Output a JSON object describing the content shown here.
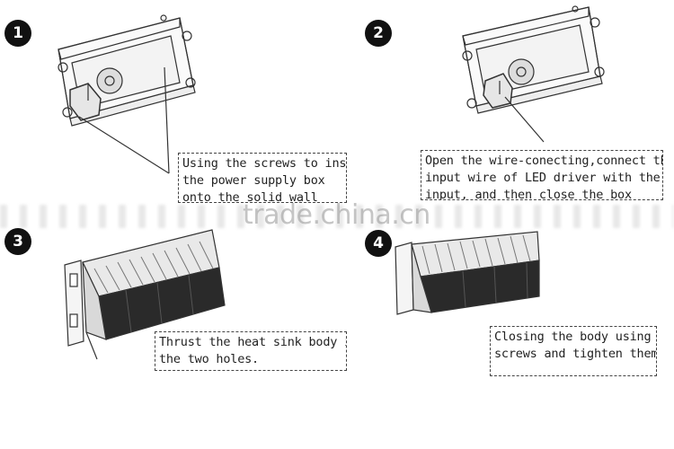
{
  "steps": [
    {
      "number": "1",
      "lines": [
        "Using the screws to install",
        "the power supply box",
        "onto the solid wall"
      ]
    },
    {
      "number": "2",
      "lines": [
        "Open the wire-conecting,connect the",
        "input wire of LED driver with the AC",
        "input, and then close the box"
      ]
    },
    {
      "number": "3",
      "lines": [
        "Thrust the heat sink body into",
        "the two holes."
      ]
    },
    {
      "number": "4",
      "lines": [
        "Closing the body using",
        "screws and tighten them."
      ]
    }
  ],
  "watermark": "trade.china.cn"
}
